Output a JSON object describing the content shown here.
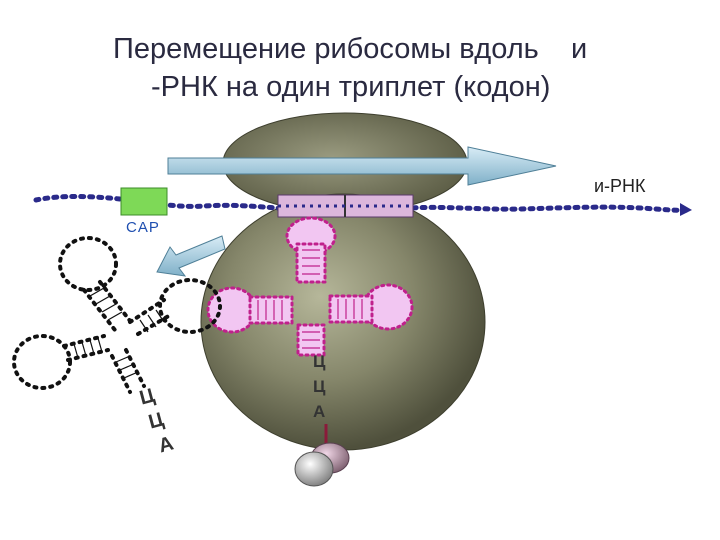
{
  "title": {
    "line1": "Перемещение рибосомы вдоль    и",
    "line2": "-РНК на один триплет (кодон)"
  },
  "labels": {
    "mrna": "и-РНК",
    "cap": "CAP"
  },
  "trna_inside": {
    "c1": "Ц",
    "c2": "Ц",
    "a": "А"
  },
  "trna_leaving": {
    "c1": "Ц",
    "c2": "Ц",
    "a": "А"
  },
  "colors": {
    "ribosome_large": "#7f8062",
    "ribosome_small": "#6f7058",
    "mrna_dots": "#2a2a8a",
    "cap_box": "#7ed957",
    "trna_inside_fill": "#f2c6f2",
    "trna_inside_border": "#c0208c",
    "arrow_fill": "#aacde0"
  }
}
